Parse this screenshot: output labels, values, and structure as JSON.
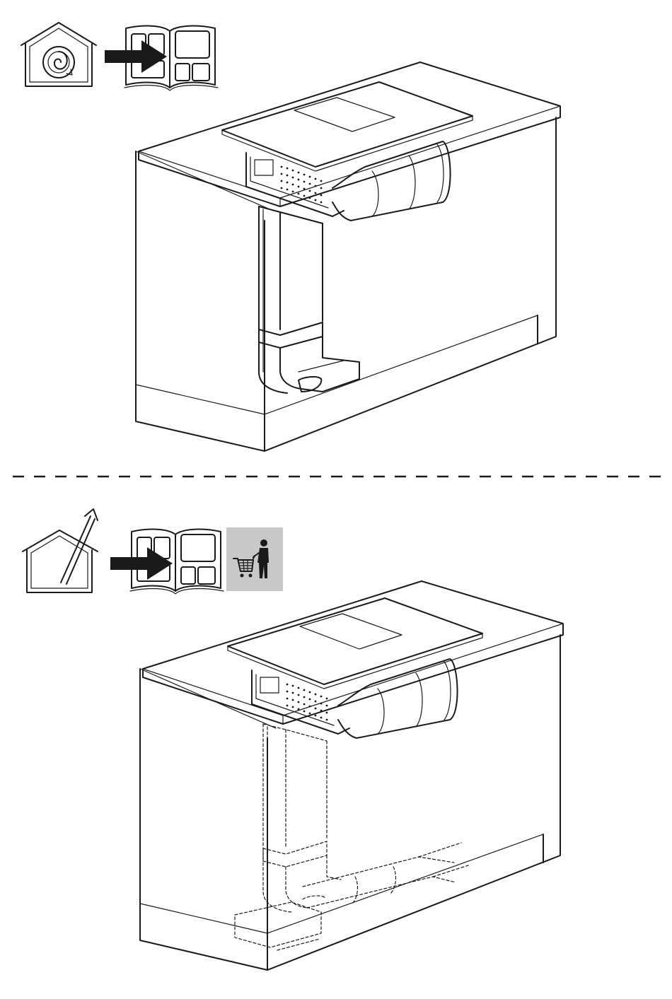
{
  "diagram": {
    "sections": [
      {
        "id": "recirculation",
        "icons": [
          "house-recirculation-icon",
          "arrow-right-icon",
          "manual-book-icon"
        ],
        "illustration": "cabinet-with-hob-recirculation-duct"
      },
      {
        "id": "extraction",
        "icons": [
          "house-exhaust-icon",
          "arrow-right-icon",
          "manual-book-icon",
          "accessory-shopping-icon"
        ],
        "illustration": "cabinet-with-hob-exhaust-duct-dashed"
      }
    ],
    "colors": {
      "line": "#1a1a1a",
      "accessory_bg": "#c8c8c8",
      "background": "#ffffff"
    }
  }
}
